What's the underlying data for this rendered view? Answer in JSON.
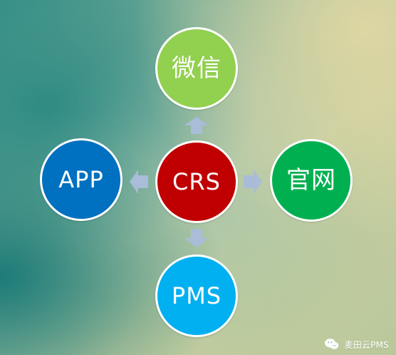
{
  "diagram": {
    "nodes": [
      {
        "id": "wechat",
        "label": "微信",
        "color": "#92D050"
      },
      {
        "id": "site",
        "label": "官网",
        "color": "#00B050"
      },
      {
        "id": "app",
        "label": "APP",
        "color": "#0070C0"
      },
      {
        "id": "crs",
        "label": "CRS",
        "color": "#C00000"
      },
      {
        "id": "pms",
        "label": "PMS",
        "color": "#00B0F0"
      }
    ],
    "arrow_color": "#A9BCD8",
    "edges": [
      {
        "from": "crs",
        "to": "wechat"
      },
      {
        "from": "crs",
        "to": "site"
      },
      {
        "from": "crs",
        "to": "app"
      },
      {
        "from": "crs",
        "to": "pms"
      }
    ]
  },
  "watermark": {
    "icon": "wechat-icon",
    "text": "麦田云PMS"
  }
}
